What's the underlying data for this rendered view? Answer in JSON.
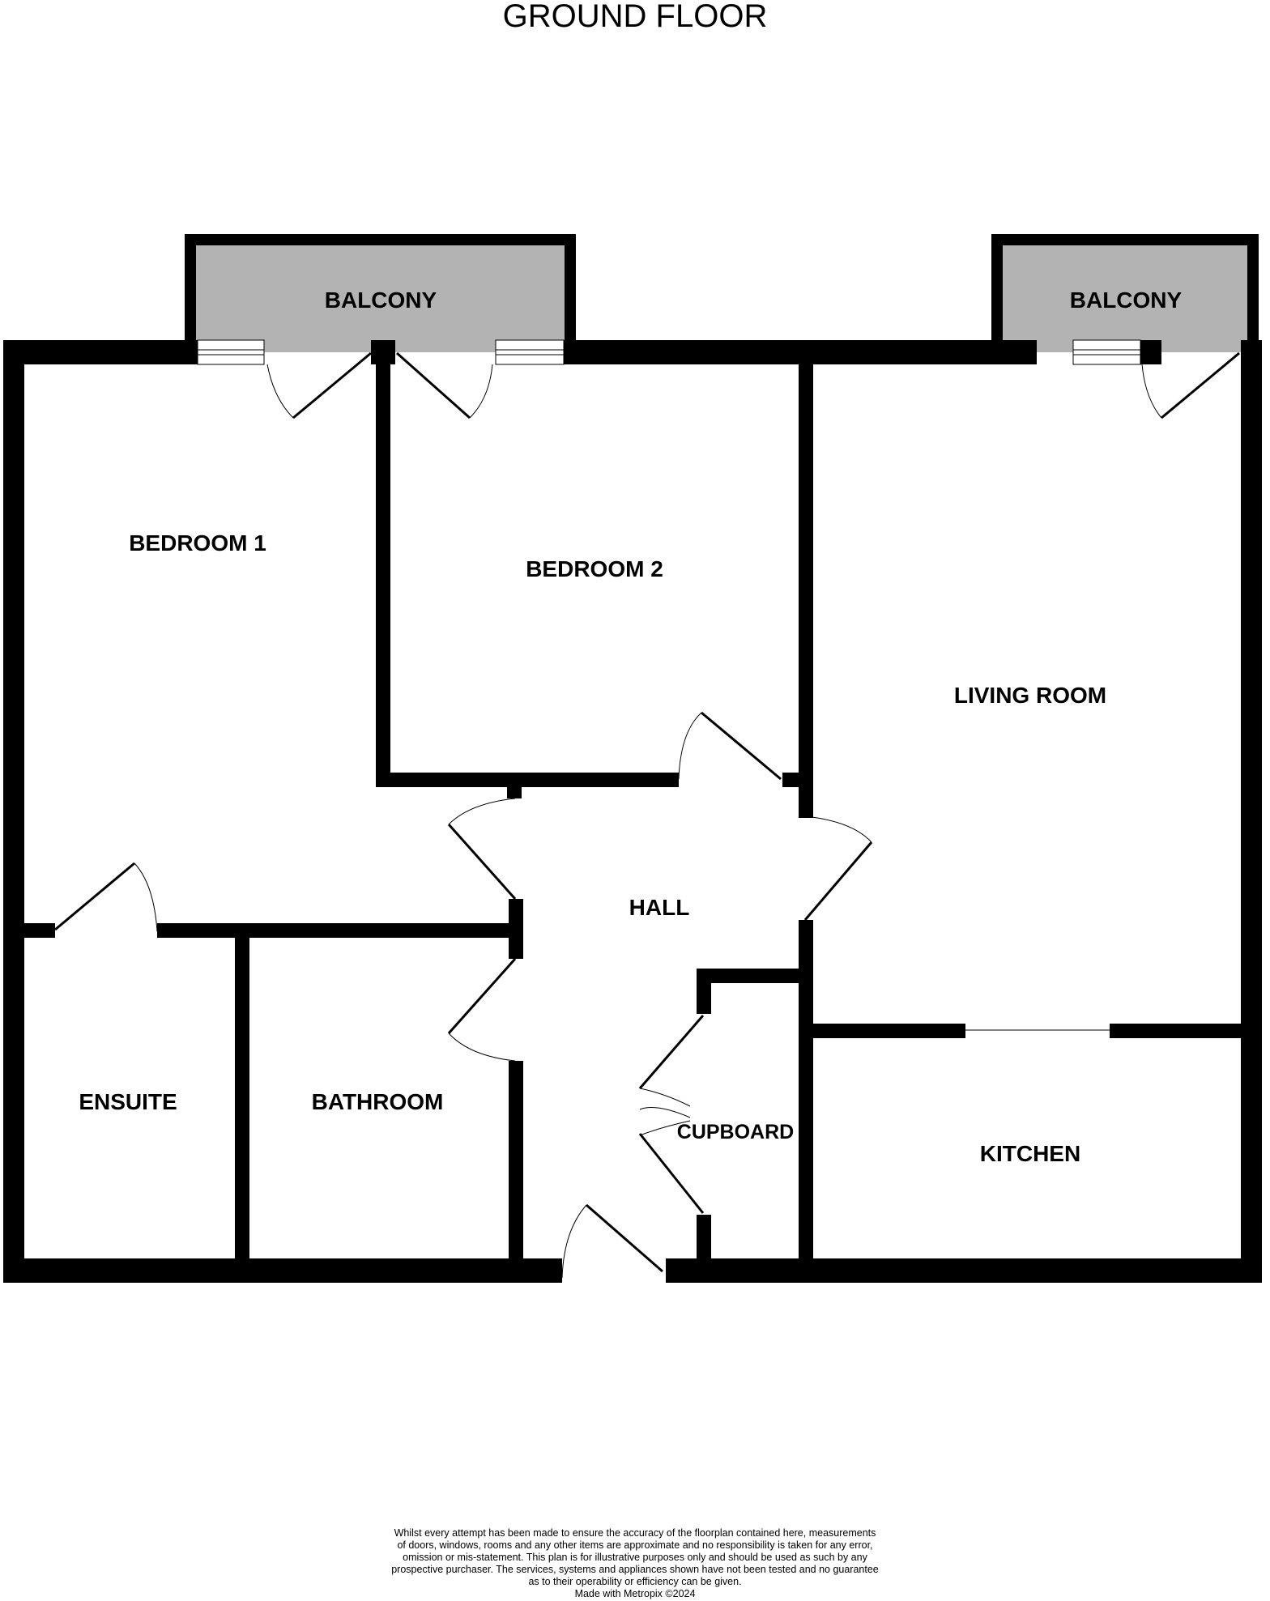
{
  "title": "GROUND FLOOR",
  "rooms": {
    "balcony_left": "BALCONY",
    "balcony_right": "BALCONY",
    "bedroom1": "BEDROOM 1",
    "bedroom2": "BEDROOM 2",
    "living_room": "LIVING ROOM",
    "hall": "HALL",
    "ensuite": "ENSUITE",
    "bathroom": "BATHROOM",
    "cupboard": "CUPBOARD",
    "kitchen": "KITCHEN"
  },
  "disclaimer": {
    "lines": [
      "Whilst every attempt has been made to ensure the accuracy of the floorplan contained here, measurements",
      "of doors, windows, rooms and any other items are approximate and no responsibility is taken for any error,",
      "omission or mis-statement. This plan is for illustrative purposes only and should be used as such by any",
      "prospective purchaser. The services, systems and appliances shown have not been tested and no guarantee",
      "as to their operability or efficiency can be given.",
      "Made with Metropix ©2024"
    ]
  },
  "colors": {
    "wall": "#000000",
    "balcony": "#b3b3b3",
    "background": "#ffffff"
  }
}
